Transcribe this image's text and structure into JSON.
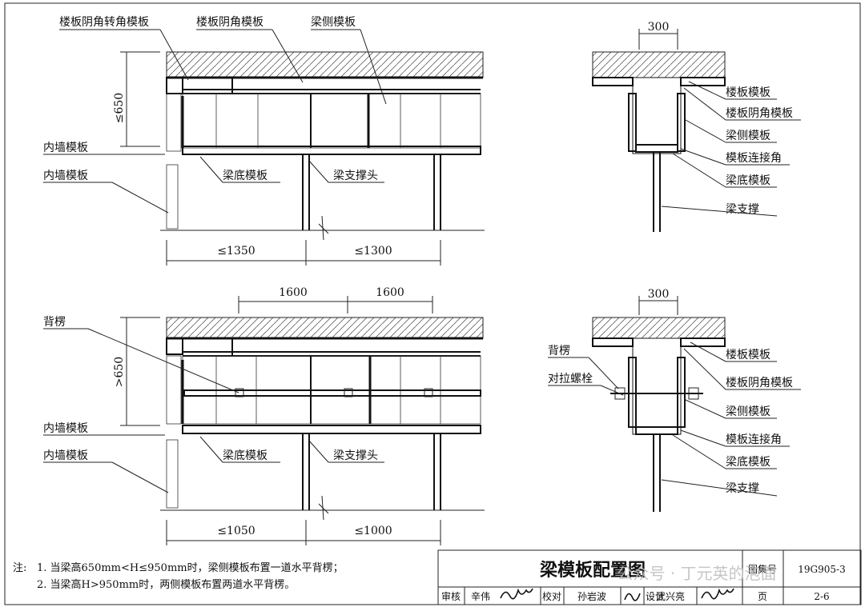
{
  "top_left": {
    "labels": {
      "corner_form": "楼板阴角转角模板",
      "inner_corner_form": "楼板阴角模板",
      "beam_side_form": "梁侧模板",
      "inner_wall_1": "内墙模板",
      "inner_wall_2": "内墙模板",
      "beam_bottom": "梁底模板",
      "support_head": "梁支撑头"
    },
    "dims": {
      "height": "≤650",
      "span1": "≤1350",
      "span2": "≤1300"
    }
  },
  "top_right": {
    "dim_width": "300",
    "labels": [
      "楼板模板",
      "楼板阴角模板",
      "梁侧模板",
      "模板连接角",
      "梁底模板",
      "梁支撑"
    ]
  },
  "bottom_left": {
    "labels": {
      "back_rib": "背楞",
      "inner_wall_1": "内墙模板",
      "inner_wall_2": "内墙模板",
      "beam_bottom": "梁底模板",
      "support_head": "梁支撑头"
    },
    "dims": {
      "height": ">650",
      "top1": "1600",
      "top2": "1600",
      "span1": "≤1050",
      "span2": "≤1000"
    }
  },
  "bottom_right": {
    "dim_width": "300",
    "left_labels": [
      "背楞",
      "对拉螺栓"
    ],
    "labels": [
      "楼板模板",
      "楼板阴角模板",
      "梁侧模板",
      "模板连接角",
      "梁底模板",
      "梁支撑"
    ]
  },
  "notes": {
    "prefix": "注:",
    "n1": "1. 当梁高650mm<H≤950mm时，梁侧模板布置一道水平背楞；",
    "n2": "2. 当梁高H>950mm时，两侧模板布置两道水平背楞。"
  },
  "title_block": {
    "title": "梁模板配置图",
    "atlas_label": "图集号",
    "atlas_no": "19G905-3",
    "review_label": "审核",
    "reviewer": "辛伟",
    "check_label": "校对",
    "checker": "孙岩波",
    "design_label": "设计",
    "designer": "武兴亮",
    "page_label": "页",
    "page_no": "2-6"
  },
  "watermark": "公众号 · 丁元英的泡面"
}
